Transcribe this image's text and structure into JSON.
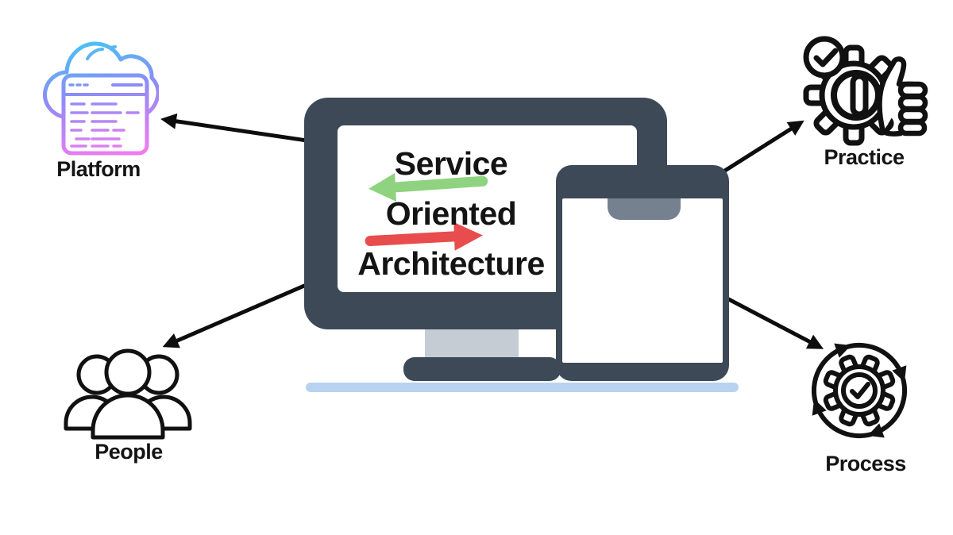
{
  "title": {
    "line1": "Service",
    "line2": "Oriented",
    "line3": "Architecture"
  },
  "nodes": {
    "platform": {
      "label": "Platform",
      "icon": "cloud-browser-icon"
    },
    "practice": {
      "label": "Practice",
      "icon": "gear-thumbs-up-check-icon"
    },
    "people": {
      "label": "People",
      "icon": "group-of-people-icon"
    },
    "process": {
      "label": "Process",
      "icon": "gear-check-cycle-icon"
    }
  },
  "colors": {
    "device_frame": "#3e4958",
    "device_notch": "#76818f",
    "stand_neck": "#c6ccd4",
    "ground_bar": "#b7d3f1",
    "green_arrow": "#8fd380",
    "red_arrow": "#e84c4c",
    "connector_black": "#0d0d0d",
    "platform_gradient_top": "#35d3f2",
    "platform_gradient_mid": "#8b8cf8",
    "platform_gradient_bottom": "#ef7cf0"
  }
}
